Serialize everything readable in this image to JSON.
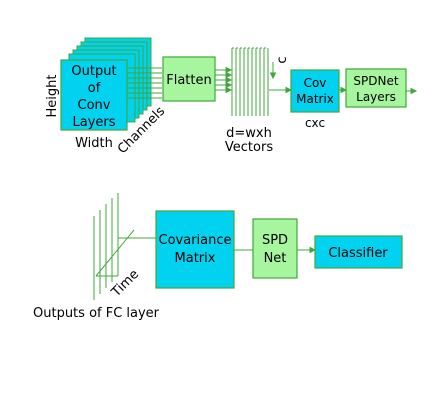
{
  "colors": {
    "cyan": "#00d2f0",
    "green_fill": "#a8f5a0",
    "green_line": "#3fa83a",
    "text": "#000000"
  },
  "top": {
    "stack_label": [
      "Output",
      "of",
      "Conv",
      "Layers"
    ],
    "height_label": "Height",
    "width_label": "Width",
    "channels_label": "Channels",
    "flatten_label": "Flatten",
    "c_label": "c",
    "vectors_label_1": "d=wxh",
    "vectors_label_2": "Vectors",
    "cov_label": [
      "Cov",
      "Matrix"
    ],
    "cxc_label": "cxc",
    "spdnet_label": [
      "SPDNet",
      "Layers"
    ]
  },
  "bottom": {
    "time_label": "Time",
    "covariance_label": [
      "Covariance",
      "Matrix"
    ],
    "spd_label": [
      "SPD",
      "Net"
    ],
    "classifier_label": "Classifier",
    "fc_caption": "Outputs of FC layer"
  }
}
